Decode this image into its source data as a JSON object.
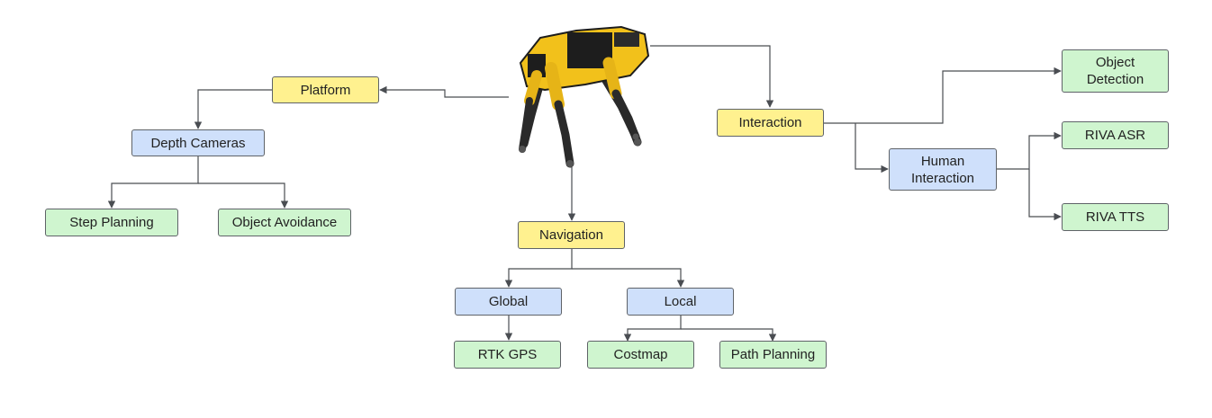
{
  "nodes": {
    "platform": "Platform",
    "depth_cameras": "Depth Cameras",
    "step_planning": "Step Planning",
    "object_avoidance": "Object Avoidance",
    "navigation": "Navigation",
    "global": "Global",
    "local": "Local",
    "rtk_gps": "RTK GPS",
    "costmap": "Costmap",
    "path_planning": "Path Planning",
    "interaction": "Interaction",
    "object_detection": "Object\nDetection",
    "human_interaction": "Human\nInteraction",
    "riva_asr": "RIVA ASR",
    "riva_tts": "RIVA TTS"
  },
  "robot_image": "robot-dog-icon",
  "colors": {
    "category": "#fff18f",
    "subsystem": "#cfe0fb",
    "component": "#cff5cf",
    "connector": "#4a4d52",
    "robot_body": "#f2c11b"
  }
}
